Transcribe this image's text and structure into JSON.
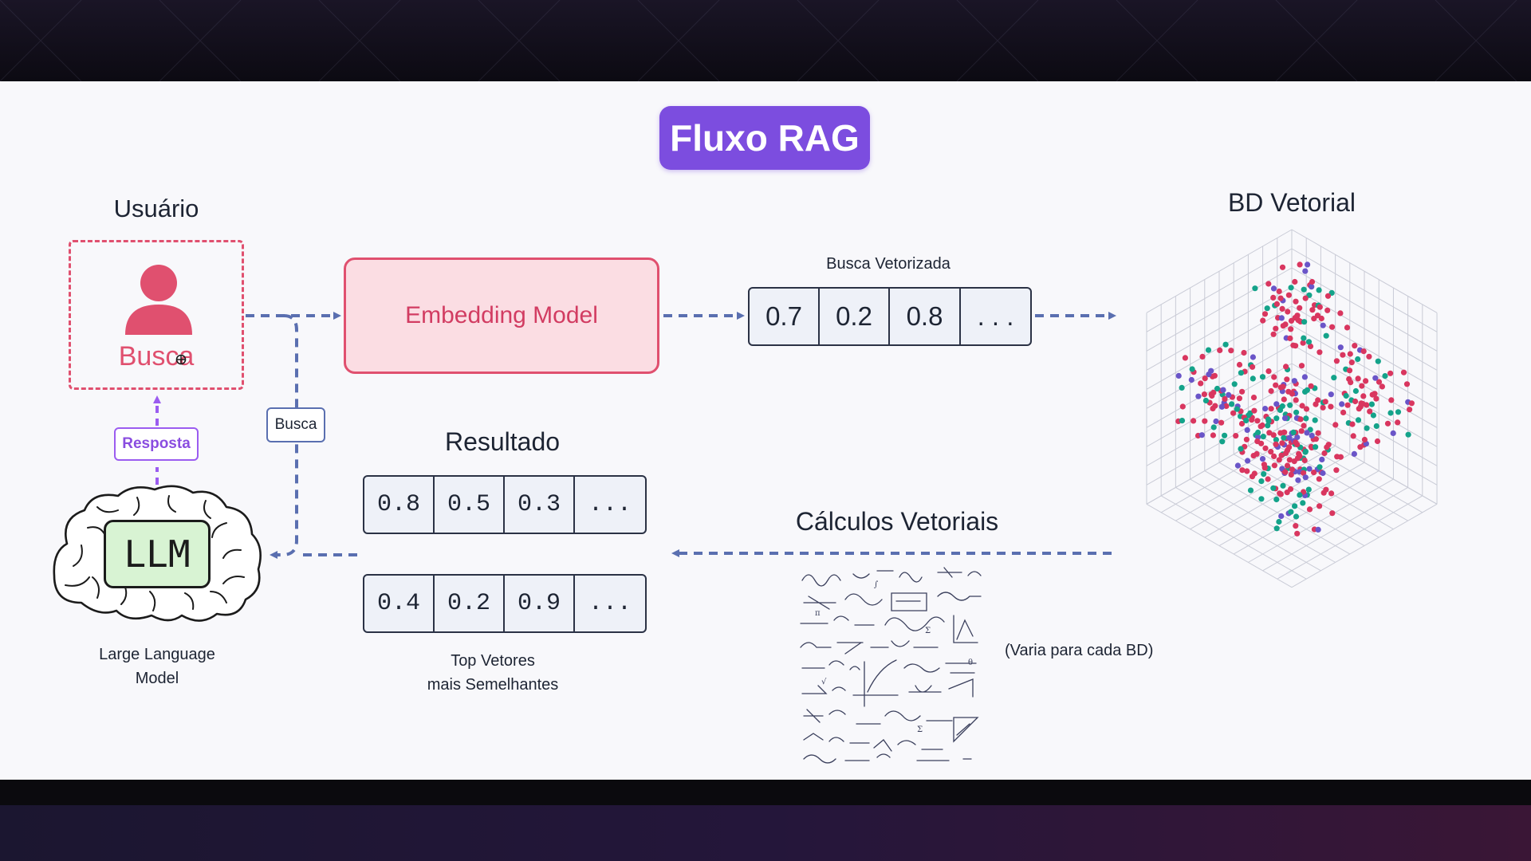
{
  "title": "Fluxo RAG",
  "user": {
    "heading": "Usuário",
    "query_label": "Busca"
  },
  "embedding": {
    "label": "Embedding Model"
  },
  "vector_search": {
    "label": "Busca Vetorizada",
    "values": [
      "0.7",
      "0.2",
      "0.8",
      ". . ."
    ]
  },
  "vector_db": {
    "heading": "BD Vetorial"
  },
  "calculations": {
    "heading": "Cálculos Vetoriais",
    "note": "(Varia para cada BD)"
  },
  "result": {
    "heading": "Resultado",
    "row1": [
      "0.8",
      "0.5",
      "0.3",
      "..."
    ],
    "row2": [
      "0.4",
      "0.2",
      "0.9",
      "..."
    ],
    "caption_line1": "Top Vetores",
    "caption_line2": "mais Semelhantes"
  },
  "llm": {
    "box_label": "LLM",
    "caption_line1": "Large Language",
    "caption_line2": "Model"
  },
  "flow_labels": {
    "response": "Resposta",
    "search": "Busca"
  },
  "colors": {
    "accent_purple": "#7c4ddf",
    "embedding_red": "#e0506f",
    "arrow_blue": "#5a6fb0",
    "point_red": "#d9365f",
    "point_teal": "#14a38a",
    "point_purple": "#6a55c8"
  }
}
